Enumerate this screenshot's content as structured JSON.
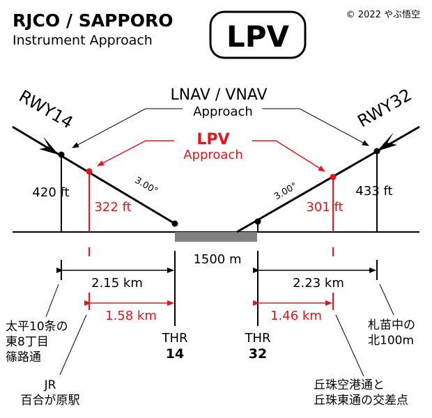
{
  "header": {
    "title": "RJCO / SAPPORO",
    "subtitle": "Instrument Approach",
    "badge": "LPV",
    "copyright": "© 2022 やぶ悟空"
  },
  "labels": {
    "lnav_title": "LNAV / VNAV",
    "lnav_sub": "Approach",
    "lpv_title": "LPV",
    "lpv_sub": "Approach"
  },
  "runway14": {
    "name": "RWY14",
    "lnav_height": "420 ft",
    "lpv_height": "322 ft",
    "glide_angle": "3.00°",
    "lnav_distance": "2.15 km",
    "lpv_distance": "1.58 km",
    "thr_label": "THR",
    "thr_number": "14",
    "landmark_lnav": [
      "太平10条の",
      "東8丁目",
      "篠路通"
    ],
    "landmark_lpv": [
      "JR",
      "百合が原駅"
    ]
  },
  "runway32": {
    "name": "RWY32",
    "lnav_height": "433 ft",
    "lpv_height": "301 ft",
    "glide_angle": "3.00°",
    "lnav_distance": "2.23 km",
    "lpv_distance": "1.46 km",
    "thr_label": "THR",
    "thr_number": "32",
    "landmark_lnav": [
      "札苗中の",
      "北100m"
    ],
    "landmark_lpv": [
      "丘珠空港通と",
      "丘珠東通の交差点"
    ]
  },
  "runway": {
    "length": "1500 m"
  },
  "colors": {
    "lpv": "#e8141c",
    "lnav": "#000000",
    "runway": "#808080"
  }
}
